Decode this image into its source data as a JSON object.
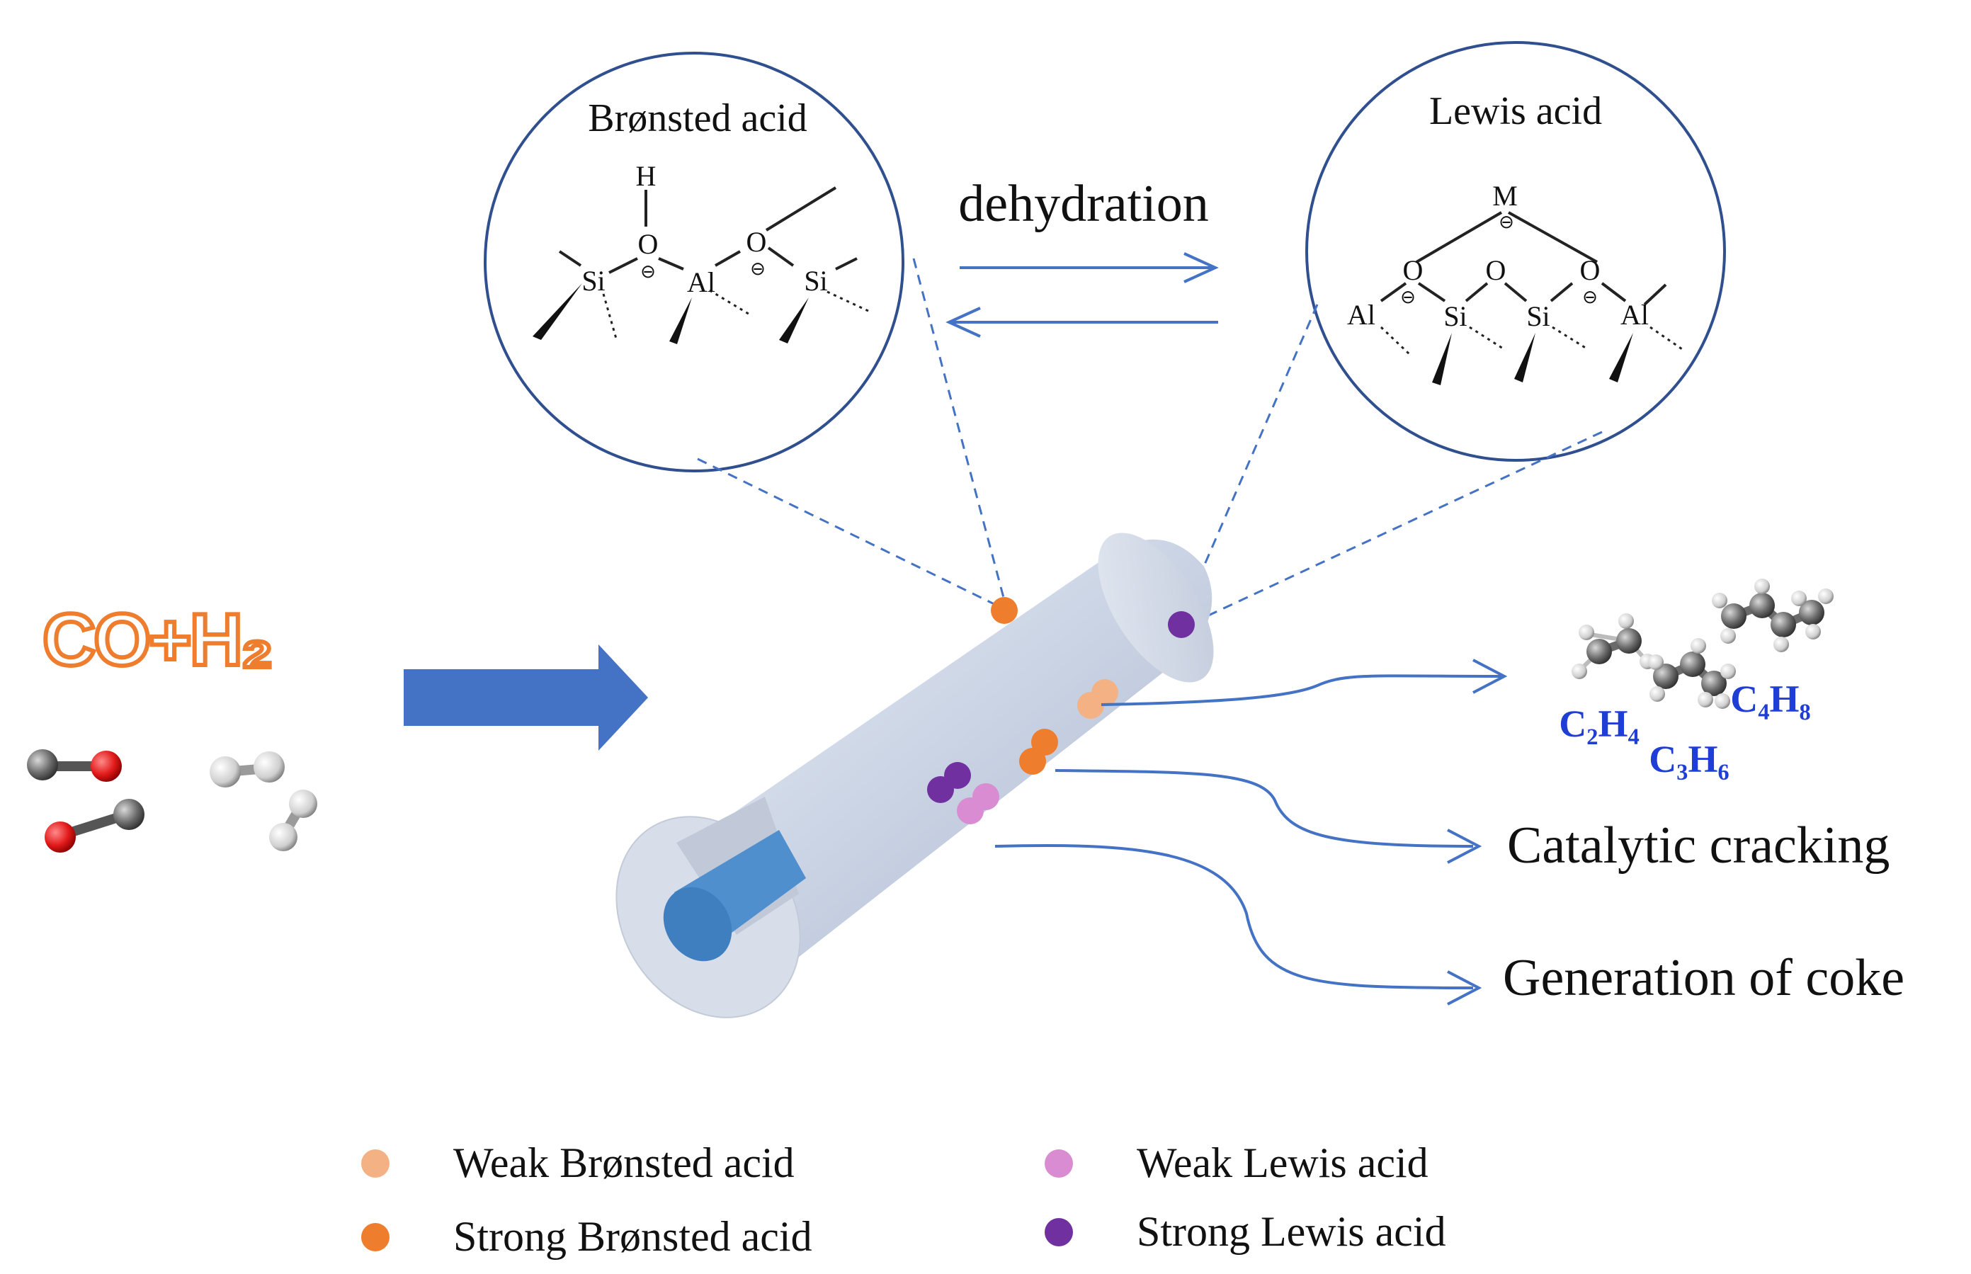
{
  "reactant": {
    "label": "CO+H₂"
  },
  "circles": {
    "bronsted": {
      "title": "Brønsted acid"
    },
    "lewis": {
      "title": "Lewis acid"
    }
  },
  "equilibrium": {
    "label": "dehydration"
  },
  "structure_labels": {
    "H": "H",
    "O": "O",
    "Si": "Si",
    "Al": "Al",
    "M": "M",
    "minus": "⊖"
  },
  "products": {
    "c2h4": "C₂H₄",
    "c3h6": "C₃H₆",
    "c4h8": "C₄H₈",
    "cracking": "Catalytic cracking",
    "coke": "Generation of coke"
  },
  "legend": [
    {
      "label": "Weak Brønsted acid",
      "color": "#f4b183"
    },
    {
      "label": "Strong Brønsted acid",
      "color": "#ee7d2e"
    },
    {
      "label": "Weak Lewis acid",
      "color": "#d98cd2"
    },
    {
      "label": "Strong Lewis acid",
      "color": "#7030a0"
    }
  ],
  "colors": {
    "accent_blue": "#4472c4",
    "arrow_blue": "#4472c4",
    "circle_outline": "#2f4f8f",
    "reactant_orange": "#ee7d2e",
    "product_blue": "#1f3ed6"
  }
}
